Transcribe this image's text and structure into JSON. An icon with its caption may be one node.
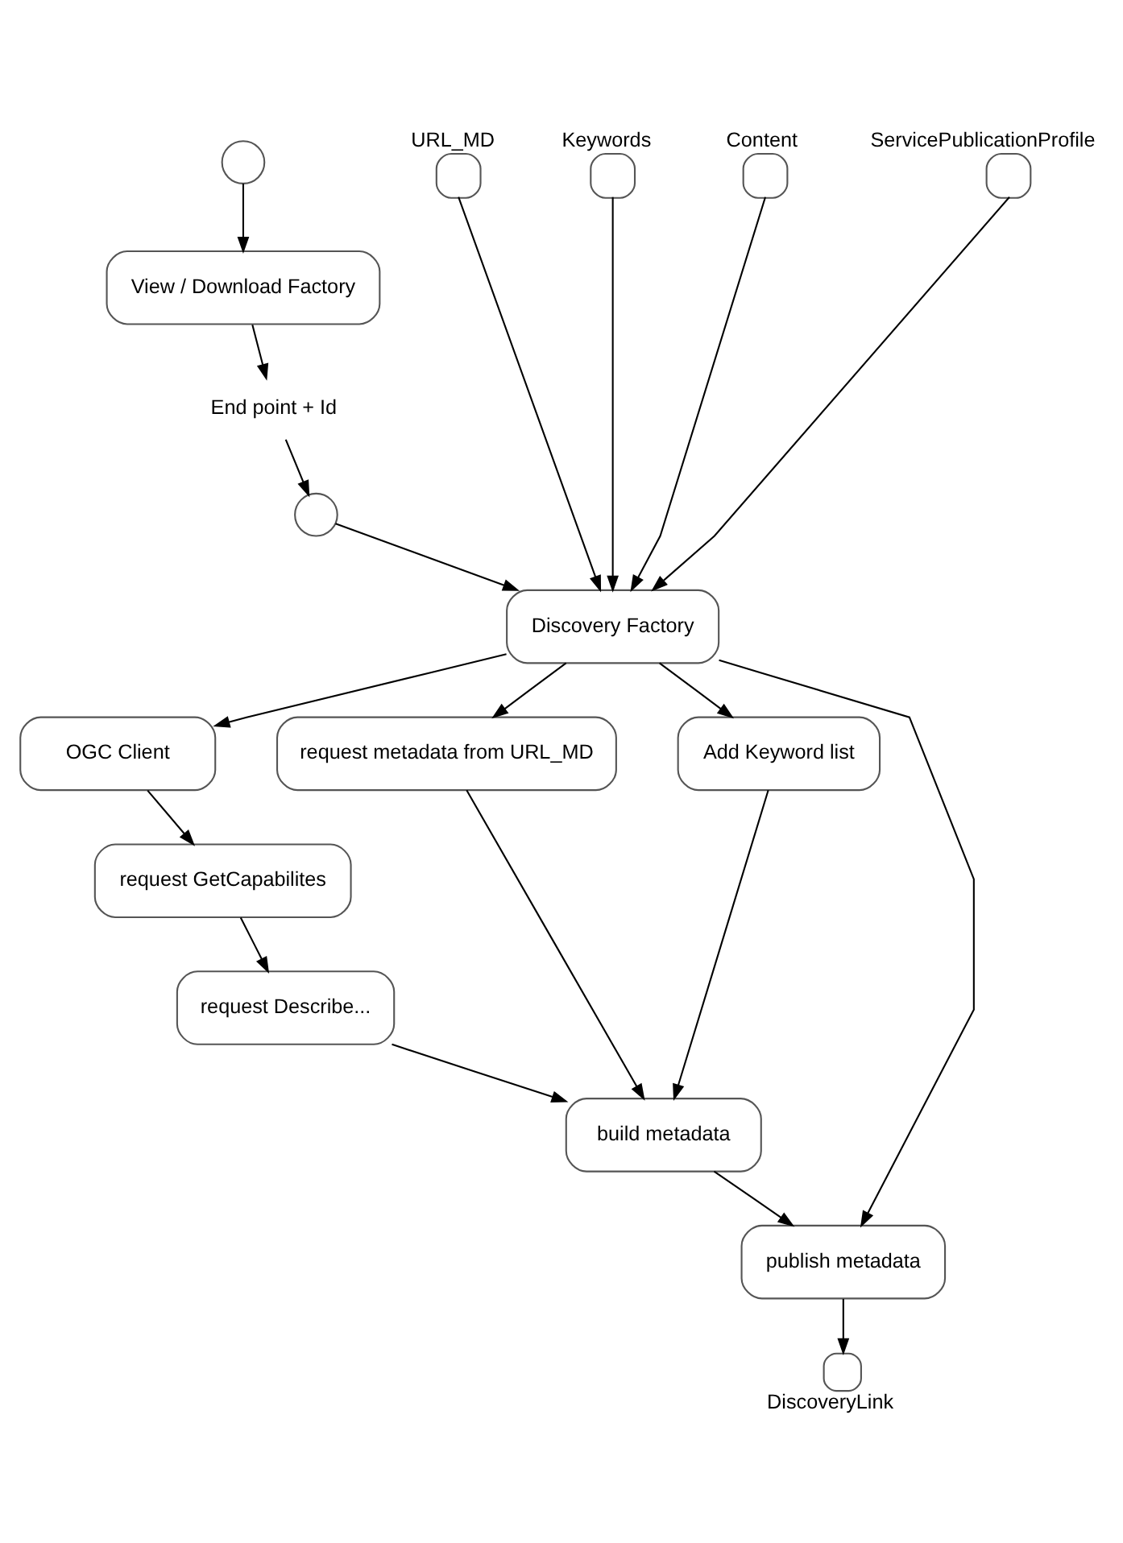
{
  "diagram": {
    "nodes": [
      {
        "text": [],
        "shape": "circle"
      },
      {
        "text": [
          "View / Download Factory"
        ]
      },
      {
        "text": [
          "End point + Id"
        ]
      },
      {
        "text": [],
        "shape": "circle"
      },
      {
        "text": [
          "URL_MD"
        ]
      },
      {
        "text": [
          "Keywords"
        ]
      },
      {
        "text": [
          "Content"
        ]
      },
      {
        "text": [
          "ServicePublicationProfile"
        ]
      },
      {
        "text": [
          "Discovery Factory"
        ]
      },
      {
        "text": [
          "OGC Client"
        ]
      },
      {
        "text": [
          "request GetCapabilites"
        ]
      },
      {
        "text": [
          "request Describe..."
        ]
      },
      {
        "text": [
          "request metadata from URL_MD"
        ]
      },
      {
        "text": [
          "Add Keyword list"
        ]
      },
      {
        "text": [
          "build metadata"
        ]
      },
      {
        "text": [
          "publish metadata"
        ]
      },
      {
        "text": [
          "DiscoveryLink"
        ]
      }
    ],
    "edges": [
      {
        "from": 0,
        "to": 1,
        "arrow": "to"
      },
      {
        "from": 1,
        "to": 2,
        "arrow": "to"
      },
      {
        "from": 2,
        "to": 3,
        "arrow": "to"
      },
      {
        "from": 3,
        "to": 8,
        "arrow": "to"
      },
      {
        "from": 4,
        "to": 8,
        "arrow": "to"
      },
      {
        "from": 5,
        "to": 8,
        "arrow": "to"
      },
      {
        "from": 6,
        "to": 8,
        "arrow": "to"
      },
      {
        "from": 7,
        "to": 8,
        "arrow": "to"
      },
      {
        "from": 8,
        "to": 9,
        "arrow": "to"
      },
      {
        "from": 8,
        "to": 12,
        "arrow": "to"
      },
      {
        "from": 8,
        "to": 13,
        "arrow": "to"
      },
      {
        "from": 8,
        "to": 15,
        "arrow": "to"
      },
      {
        "from": 9,
        "to": 10,
        "arrow": "to"
      },
      {
        "from": 10,
        "to": 11,
        "arrow": "to"
      },
      {
        "from": 11,
        "to": 14,
        "arrow": "to"
      },
      {
        "from": 12,
        "to": 14,
        "arrow": "to"
      },
      {
        "from": 13,
        "to": 14,
        "arrow": "to"
      },
      {
        "from": 14,
        "to": 15,
        "arrow": "to"
      },
      {
        "from": 15,
        "to": 16,
        "arrow": "to"
      }
    ]
  }
}
